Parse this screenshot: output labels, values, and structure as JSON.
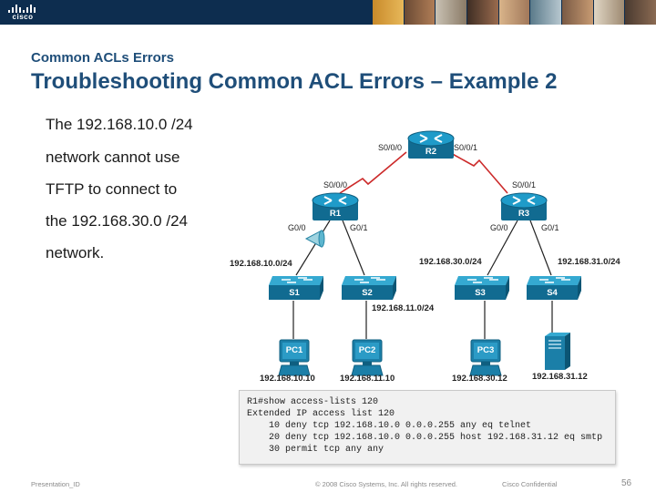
{
  "banner": {
    "logo_text": "cisco"
  },
  "header": {
    "subtitle": "Common ACLs Errors",
    "title": "Troubleshooting Common ACL Errors – Example 2"
  },
  "body": {
    "lines": [
      "The 192.168.10.0 /24",
      "network cannot use",
      "TFTP to connect to",
      "the 192.168.30.0 /24",
      "network."
    ]
  },
  "topology": {
    "routers": {
      "r2": {
        "name": "R2",
        "if_left": "S0/0/0",
        "if_right": "S0/0/1"
      },
      "r1": {
        "name": "R1",
        "if_serial": "S0/0/0",
        "if_g00": "G0/0",
        "if_g01": "G0/1"
      },
      "r3": {
        "name": "R3",
        "if_serial": "S0/0/1",
        "if_g00": "G0/0",
        "if_g01": "G0/1"
      }
    },
    "switches": [
      "S1",
      "S2",
      "S3",
      "S4"
    ],
    "pcs": [
      "PC1",
      "PC2",
      "PC3"
    ],
    "networks": {
      "n10": "192.168.10.0/24",
      "n11": "192.168.11.0/24",
      "n30": "192.168.30.0/24",
      "n31": "192.168.31.0/24"
    },
    "hosts": {
      "pc1": "192.168.10.10",
      "pc2": "192.168.11.10",
      "pc3": "192.168.30.12",
      "server": "192.168.31.12"
    }
  },
  "console": {
    "lines": [
      "R1#show access-lists 120",
      "Extended IP access list 120",
      "    10 deny tcp 192.168.10.0 0.0.0.255 any eq telnet",
      "    20 deny tcp 192.168.10.0 0.0.0.255 host 192.168.31.12 eq smtp",
      "    30 permit tcp any any"
    ]
  },
  "footer": {
    "left": "Presentation_ID",
    "center": "© 2008 Cisco Systems, Inc. All rights reserved.",
    "right": "Cisco Confidential",
    "page": "56"
  },
  "colors": {
    "title": "#1f4e79",
    "device": "#1b7fa8",
    "banner": "#0d2d4f"
  }
}
